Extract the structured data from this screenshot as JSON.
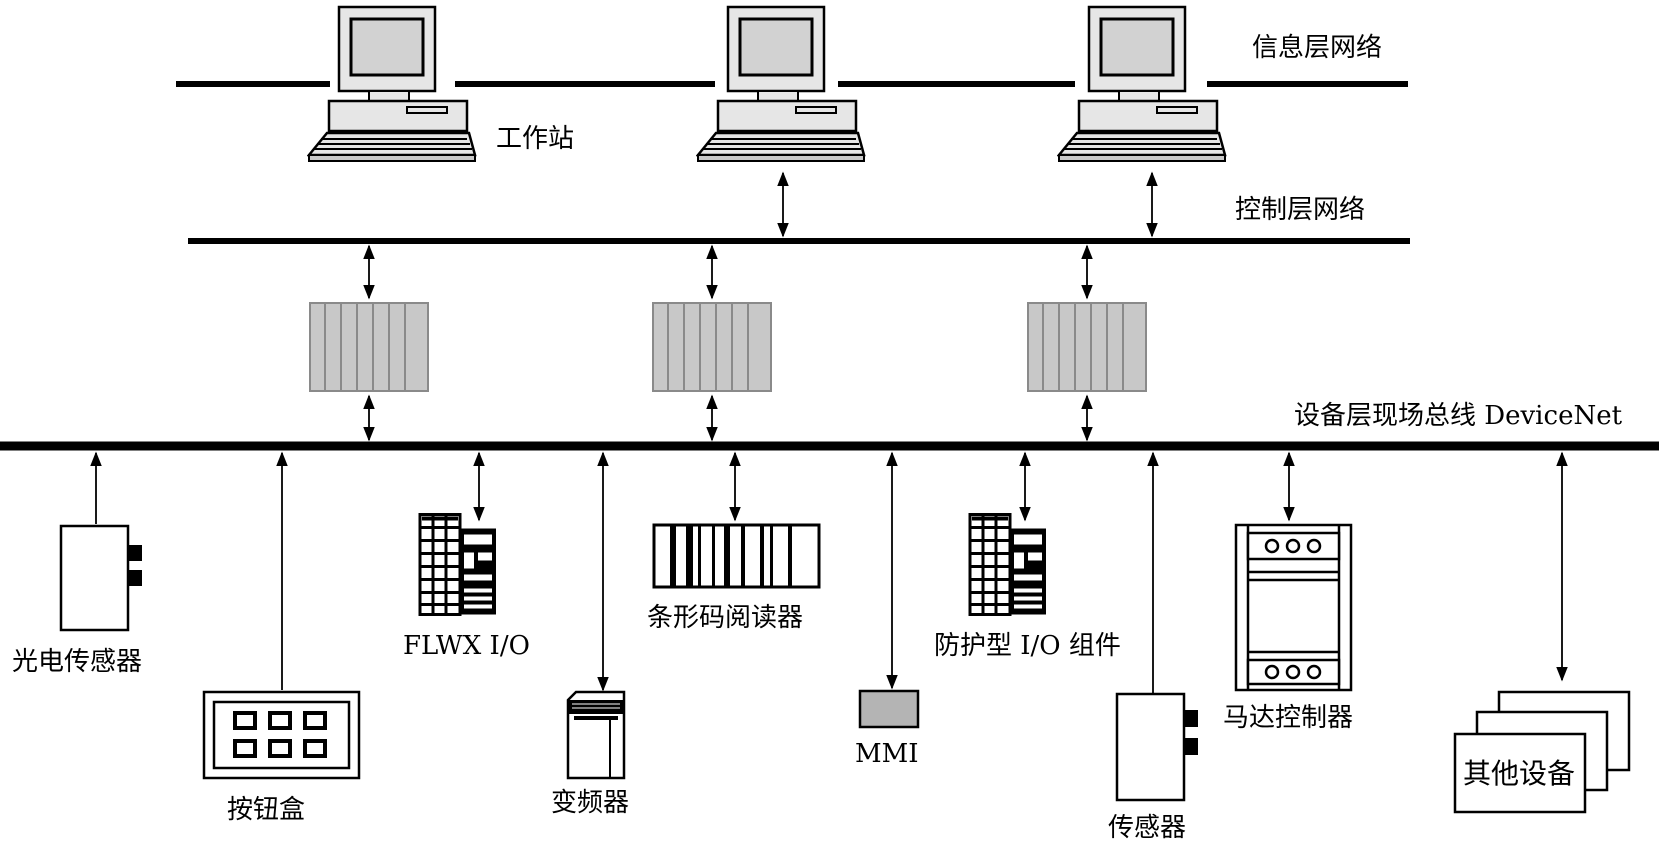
{
  "labels": {
    "info_layer": "信息层网络",
    "workstation": "工作站",
    "control_layer": "控制层网络",
    "device_layer": "设备层现场总线 DeviceNet",
    "photo_sensor": "光电传感器",
    "button_box": "按钮盒",
    "flwx_io": "FLWX I/O",
    "vfd": "变频器",
    "barcode_reader": "条形码阅读器",
    "mmi": "MMI",
    "protected_io": "防护型 I/O 组件",
    "sensor": "传感器",
    "motor_controller": "马达控制器",
    "other_devices": "其他设备"
  },
  "colors": {
    "line": "#000000",
    "plc_fill": "#c8c8c8",
    "plc_stroke": "#8a8a8a",
    "mmi_fill": "#b4b4b4",
    "monitor_fill": "#d2d2d2"
  },
  "icons": {
    "workstation": "computer-icon",
    "plc": "plc-rack-icon",
    "io_module": "io-module-icon"
  }
}
